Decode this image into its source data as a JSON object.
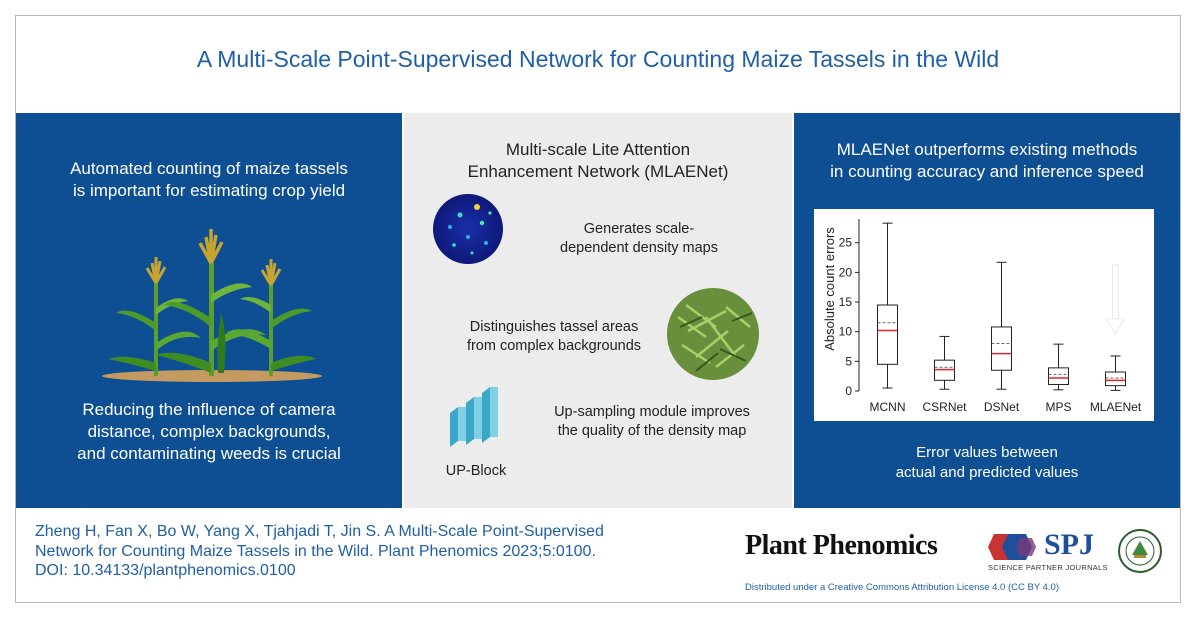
{
  "title": "A Multi-Scale Point-Supervised Network for Counting Maize Tassels in the Wild",
  "left_panel": {
    "top_text": [
      "Automated counting of maize tassels",
      "is important for estimating crop yield"
    ],
    "bottom_text": [
      "Reducing the influence of camera",
      "distance, complex backgrounds,",
      "and contaminating weeds is crucial"
    ]
  },
  "middle_panel": {
    "title": [
      "Multi-scale Lite Attention",
      "Enhancement Network (MLAENet)"
    ],
    "item1": [
      "Generates scale-",
      "dependent density maps"
    ],
    "item2": [
      "Distinguishes tassel areas",
      "from complex backgrounds"
    ],
    "item3": [
      "Up-sampling module improves",
      "the quality of the density map"
    ],
    "upblock_label": "UP-Block"
  },
  "right_panel": {
    "title": [
      "MLAENet outperforms existing methods",
      "in counting accuracy and inference speed"
    ],
    "caption": [
      "Error values between",
      "actual and predicted values"
    ]
  },
  "chart_data": {
    "type": "box",
    "ylabel": "Absolute count errors",
    "ylim": [
      0,
      29
    ],
    "yticks": [
      0,
      5,
      10,
      15,
      20,
      25
    ],
    "categories": [
      "MCNN",
      "CSRNet",
      "DSNet",
      "MPS",
      "MLAENet"
    ],
    "boxes": [
      {
        "min": 0.5,
        "q1": 4.5,
        "median": 10.2,
        "mean": 11.5,
        "q3": 14.5,
        "max": 28.3
      },
      {
        "min": 0.3,
        "q1": 1.8,
        "median": 3.6,
        "mean": 4.0,
        "q3": 5.2,
        "max": 9.2
      },
      {
        "min": 0.3,
        "q1": 3.5,
        "median": 6.3,
        "mean": 8.0,
        "q3": 10.8,
        "max": 21.7
      },
      {
        "min": 0.2,
        "q1": 1.1,
        "median": 2.2,
        "mean": 2.8,
        "q3": 3.9,
        "max": 7.9
      },
      {
        "min": 0.1,
        "q1": 0.9,
        "median": 1.8,
        "mean": 2.2,
        "q3": 3.2,
        "max": 5.9
      }
    ],
    "median_color": "#e0242a",
    "mean_color": "#666666",
    "annotation": "arrow-down-over-MLAENet"
  },
  "citation": [
    "Zheng H, Fan X, Bo W, Yang X, Tjahjadi T, Jin S. A Multi-Scale Point-Supervised",
    "Network for Counting Maize Tassels in the Wild. Plant Phenomics 2023;5:0100.",
    "DOI: 10.34133/plantphenomics.0100"
  ],
  "logos": {
    "plant_phenomics": "Plant Phenomics",
    "spj": "SPJ",
    "spj_sub": "SCIENCE PARTNER JOURNALS",
    "seal": "university-seal"
  },
  "license": "Distributed under a Creative Commons Attribution License 4.0 (CC BY 4.0)",
  "colors": {
    "brand_blue": "#0e4f94",
    "title_blue": "#1f5fa6",
    "panel_gray": "#ececec"
  }
}
